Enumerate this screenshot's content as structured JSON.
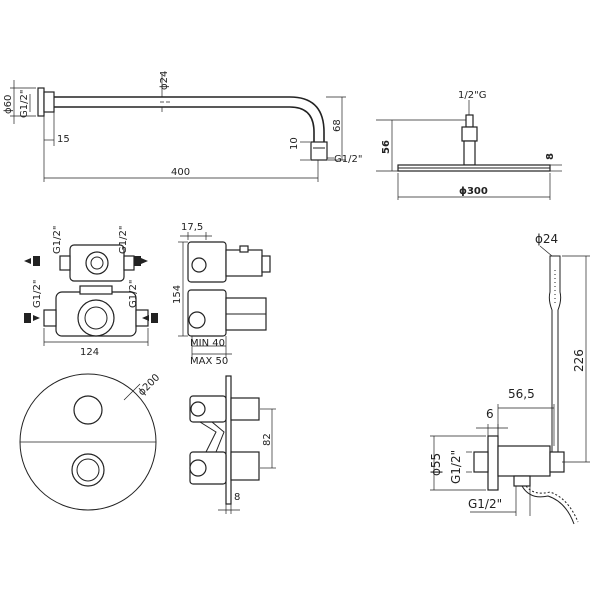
{
  "shower_arm": {
    "dia_label": "ϕ24",
    "flange_dia_label": "ϕ60",
    "inlet_thread_label": "G1/2\"",
    "flange_depth_label": "15",
    "length_label": "400",
    "drop_label": "68",
    "outlet_len_label": "10",
    "outlet_thread_label": "G1/2\""
  },
  "shower_head": {
    "thread_label": "1/2\"G",
    "height_label": "56",
    "thickness_label": "8",
    "dia_label": "ϕ300"
  },
  "valve_body": {
    "top_left_thread_label": "G1/2\"",
    "top_right_thread_label": "G1/2\"",
    "bottom_left_thread_label": "G1/2\"",
    "bottom_right_thread_label": "G1/2\"",
    "width_label": "124",
    "side_top_label": "17,5",
    "side_height_label": "154",
    "min_depth_label": "MIN 40",
    "max_depth_label": "MAX 50"
  },
  "cover_plate": {
    "dia_label": "ϕ200",
    "spacing_label": "82",
    "plate_depth_label": "8"
  },
  "hand_shower": {
    "hose_dia_label": "ϕ24",
    "length_label": "226",
    "projection_label": "56,5",
    "flange_depth_label": "6",
    "flange_dia_label": "ϕ55",
    "inlet_thread_label": "G1/2\"",
    "outlet_thread_label": "G1/2\""
  }
}
